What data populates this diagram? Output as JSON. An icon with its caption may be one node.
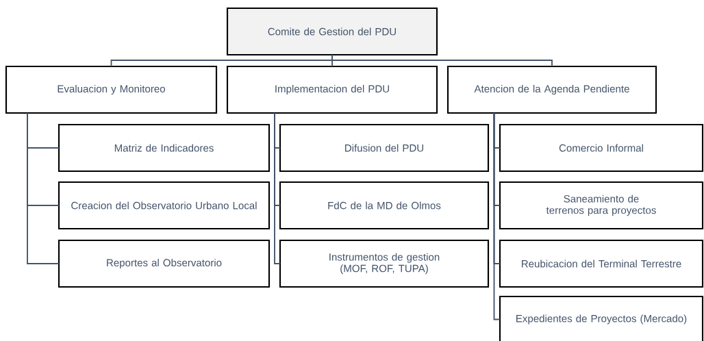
{
  "diagram": {
    "nodes": [
      {
        "text": [
          "Comite de Gestion del PDU"
        ]
      },
      {
        "text": [
          "Evaluacion y Monitoreo"
        ]
      },
      {
        "text": [
          "Implementacion del PDU"
        ]
      },
      {
        "text": [
          "Atencion de la Agenda Pendiente"
        ]
      },
      {
        "text": [
          "Matriz de Indicadores"
        ]
      },
      {
        "text": [
          "Creacion del Observatorio Urbano Local"
        ]
      },
      {
        "text": [
          "Reportes al Observatorio"
        ]
      },
      {
        "text": [
          "Difusion del PDU"
        ]
      },
      {
        "text": [
          "FdC de la MD de Olmos"
        ]
      },
      {
        "text": [
          "Instrumentos de gestion (MOF, ROF, TUPA)"
        ]
      },
      {
        "text": [
          "Comercio Informal"
        ]
      },
      {
        "text": [
          "Saneamiento de  terrenos para proyectos"
        ]
      },
      {
        "text": [
          "Reubicacion del Terminal Terrestre"
        ]
      },
      {
        "text": [
          "Expedientes de Proyectos (Mercado)"
        ]
      }
    ],
    "edges": [
      {
        "from": 0,
        "to": 1,
        "arrow": "none"
      },
      {
        "from": 0,
        "to": 2,
        "arrow": "none"
      },
      {
        "from": 0,
        "to": 3,
        "arrow": "none"
      },
      {
        "from": 1,
        "to": 4,
        "arrow": "none"
      },
      {
        "from": 1,
        "to": 5,
        "arrow": "none"
      },
      {
        "from": 1,
        "to": 6,
        "arrow": "none"
      },
      {
        "from": 2,
        "to": 7,
        "arrow": "none"
      },
      {
        "from": 2,
        "to": 8,
        "arrow": "none"
      },
      {
        "from": 2,
        "to": 9,
        "arrow": "none"
      },
      {
        "from": 3,
        "to": 10,
        "arrow": "none"
      },
      {
        "from": 3,
        "to": 11,
        "arrow": "none"
      },
      {
        "from": 3,
        "to": 12,
        "arrow": "none"
      },
      {
        "from": 3,
        "to": 13,
        "arrow": "none"
      }
    ]
  }
}
